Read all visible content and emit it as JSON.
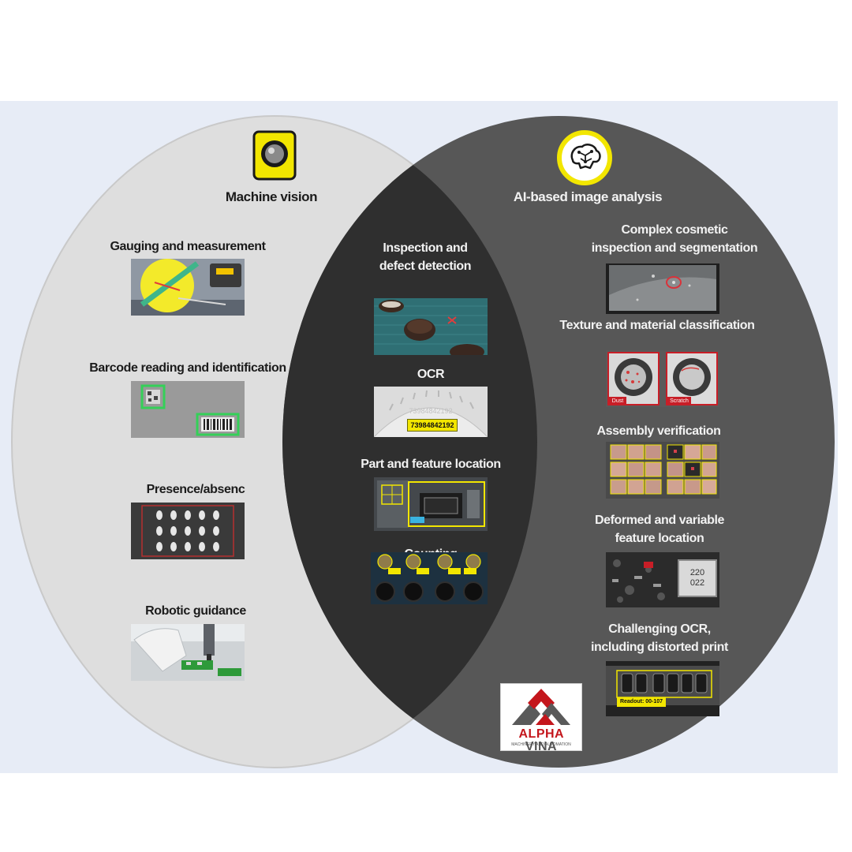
{
  "colors": {
    "backdrop": "#e7ecf6",
    "left_circle": "#dedede",
    "right_circle": "#575757",
    "overlap": "#2f2f2f",
    "accent_yellow": "#f2e600",
    "brand_red": "#c4161c"
  },
  "left": {
    "title": "Machine vision",
    "icon": "camera-lens-icon",
    "items": [
      {
        "label": "Gauging and measurement"
      },
      {
        "label": "Barcode reading and identification"
      },
      {
        "label": "Presence/absenc"
      },
      {
        "label": "Robotic guidance"
      }
    ]
  },
  "center": {
    "items": [
      {
        "label": "Inspection and\ndefect detection"
      },
      {
        "label": "OCR",
        "readout": "73984842192"
      },
      {
        "label": "Part and feature location"
      },
      {
        "label": "Counting"
      }
    ]
  },
  "right": {
    "title": "AI-based image analysis",
    "icon": "brain-network-icon",
    "items": [
      {
        "label": "Complex cosmetic\ninspection and segmentation"
      },
      {
        "label": "Texture and material classification",
        "tags": [
          "Dust",
          "Scratch"
        ]
      },
      {
        "label": "Assembly verification"
      },
      {
        "label": "Deformed and variable\nfeature location",
        "chip_text": "220\n022"
      },
      {
        "label": "Challenging OCR,\nincluding distorted print",
        "readout": "Readout: 00-107"
      }
    ]
  },
  "logo": {
    "brand_left": "ALPHA",
    "brand_right": "VINA",
    "tagline": "MACHINERY AND AUTOMATION"
  }
}
